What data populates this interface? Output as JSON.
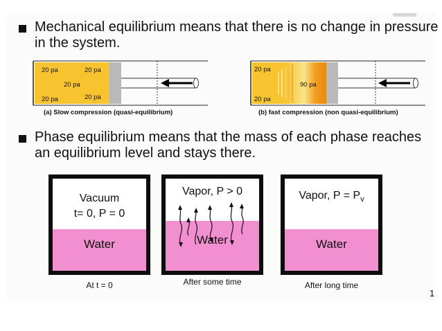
{
  "bullets": {
    "mechanical_line1": "Mechanical equilibrium means that there is no change in pressure",
    "mechanical_line2": "in the system.",
    "phase_line1": "Phase equilibrium means that the mass of each phase reaches",
    "phase_line2": "an equilibrium level and stays there."
  },
  "compression": {
    "slow": {
      "labels": [
        "20 pa",
        "20 pa",
        "20 pa",
        "20 pa",
        "20 pa"
      ],
      "caption": "(a) Slow compression  (quasi-equilibrium)"
    },
    "fast": {
      "label_top": "20 pa",
      "label_mid": "90 pa",
      "label_bottom": "20 pa",
      "caption": "(b) fast  compression (non quasi-equilibrium)"
    }
  },
  "phase_boxes": [
    {
      "top_line1": "Vacuum",
      "top_line2": "t= 0, P = 0",
      "bottom": "Water",
      "under": "At t = 0"
    },
    {
      "top_line1": "Vapor, P > 0",
      "bottom": "Water",
      "under": "After some time"
    },
    {
      "top_line1": "Vapor, P = P",
      "top_sub": "v",
      "bottom": "Water",
      "under": "After long time"
    }
  ],
  "page_number": "1",
  "colors": {
    "gas": "#f7c430",
    "water": "#f28fd0",
    "piston": "#b9b9b9"
  }
}
